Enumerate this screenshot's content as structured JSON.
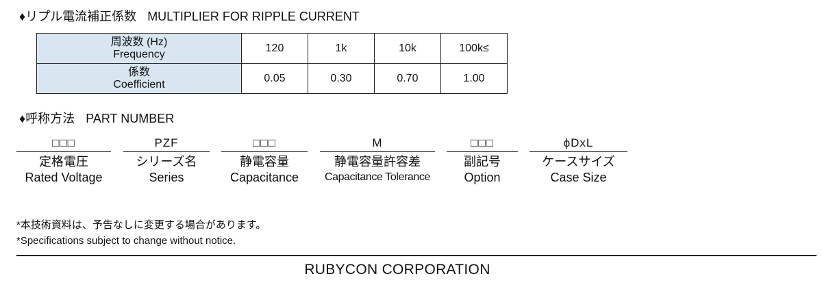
{
  "ripple_section": {
    "bullet": "♦",
    "title_jp": "リプル電流補正係数",
    "title_en": "MULTIPLIER FOR RIPPLE CURRENT",
    "row_frequency": {
      "label_jp": "周波数 (Hz)",
      "label_en": "Frequency",
      "values": [
        "120",
        "1k",
        "10k",
        "100k≤"
      ]
    },
    "row_coefficient": {
      "label_jp": "係数",
      "label_en": "Coefficient",
      "values": [
        "0.05",
        "0.30",
        "0.70",
        "1.00"
      ]
    }
  },
  "part_section": {
    "bullet": "♦",
    "title_jp": "呼称方法",
    "title_en": "PART NUMBER",
    "fields": [
      {
        "code": "□□□",
        "label_jp": "定格電圧",
        "label_en": "Rated Voltage"
      },
      {
        "code": "PZF",
        "label_jp": "シリーズ名",
        "label_en": "Series"
      },
      {
        "code": "□□□",
        "label_jp": "静電容量",
        "label_en": "Capacitance"
      },
      {
        "code": "M",
        "label_jp": "静電容量許容差",
        "label_en": "Capacitance Tolerance"
      },
      {
        "code": "□□□",
        "label_jp": "副記号",
        "label_en": "Option"
      },
      {
        "code": "ϕDxL",
        "label_jp": "ケースサイズ",
        "label_en": "Case Size"
      }
    ]
  },
  "notes": {
    "jp": "*本技術資料は、予告なしに変更する場合があります。",
    "en": "*Specifications subject to change without notice."
  },
  "footer": {
    "company": "RUBYCON CORPORATION"
  }
}
